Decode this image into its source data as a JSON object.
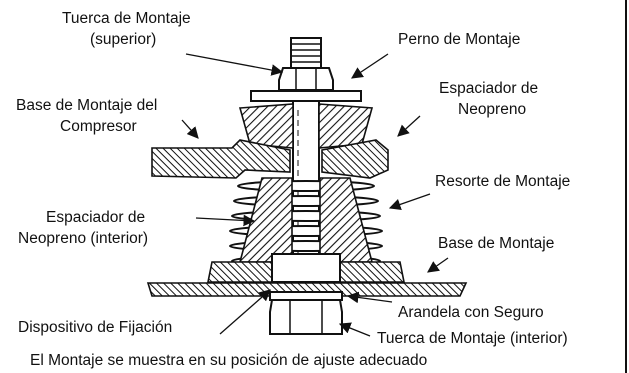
{
  "labels": {
    "top_nut_line1": "Tuerca de Montaje",
    "top_nut_line2": "(superior)",
    "bolt": "Perno de Montaje",
    "compressor_base_line1": "Base de Montaje del",
    "compressor_base_line2": "Compresor",
    "spacer_line1": "Espaciador de",
    "spacer_line2": "Neopreno",
    "spring": "Resorte de Montaje",
    "spacer_inner_line1": "Espaciador de",
    "spacer_inner_line2": "Neopreno (interior)",
    "mount_base": "Base de Montaje",
    "lock_washer": "Arandela con Seguro",
    "fastener": "Dispositivo de Fijación",
    "inner_nut": "Tuerca de Montaje (interior)"
  },
  "caption": "El Montaje se muestra en su posición de ajuste adecuado"
}
